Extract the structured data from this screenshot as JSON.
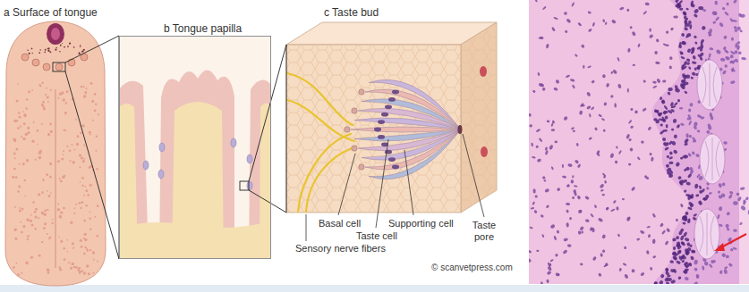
{
  "diagram": {
    "nodes": [
      {
        "text": [
          "a Surface of tongue"
        ]
      },
      {
        "text": [
          "b Tongue papilla"
        ]
      },
      {
        "text": [
          "c Taste bud"
        ]
      }
    ],
    "edges": [
      {
        "from": 0,
        "to": 1,
        "arrow": "none"
      },
      {
        "from": 1,
        "to": 2,
        "arrow": "none"
      }
    ],
    "labels": [
      "Basal cell",
      "Supporting cell",
      "Taste cell",
      "Sensory nerve fibers",
      "Taste pore",
      "© scanvetpress.com"
    ]
  }
}
